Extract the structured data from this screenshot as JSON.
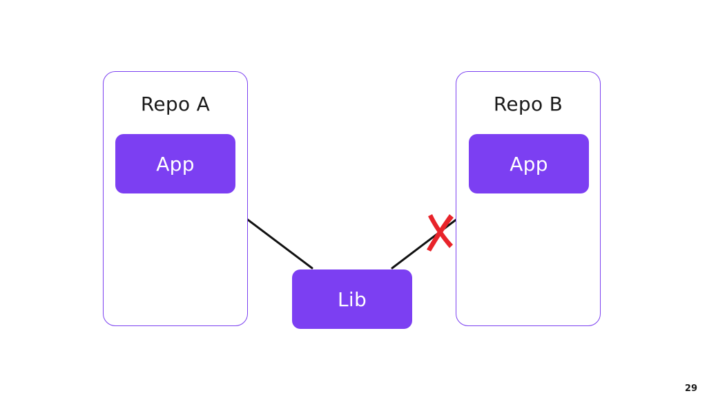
{
  "repos": [
    {
      "title": "Repo A"
    },
    {
      "title": "Repo B"
    }
  ],
  "nodes": {
    "app_a": "App",
    "app_b": "App",
    "lib": "Lib"
  },
  "connections": [
    {
      "from": "app_a",
      "to": "lib",
      "status": "allowed"
    },
    {
      "from": "app_b",
      "to": "lib",
      "status": "blocked"
    }
  ],
  "colors": {
    "accent": "#7c3ff2",
    "border": "#7a3ff0",
    "blocked": "#e8232a",
    "line": "#111111"
  },
  "icons": {
    "blocked_marker": "cross-mark-icon"
  },
  "page_number": "29"
}
